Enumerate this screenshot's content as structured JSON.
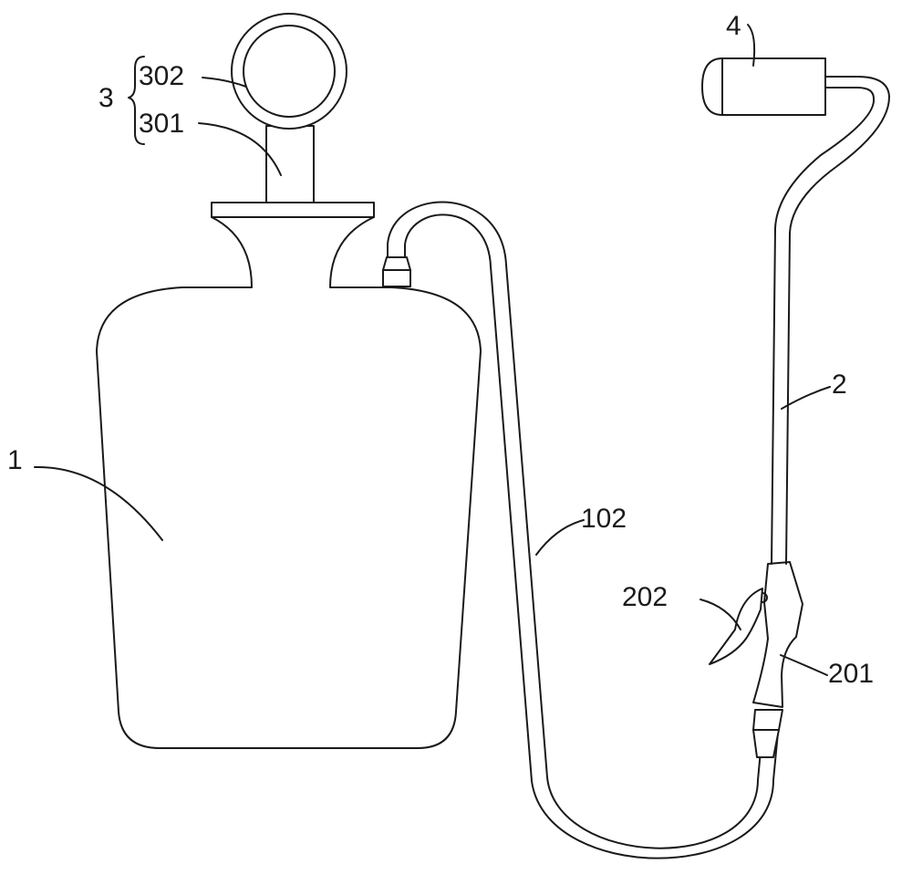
{
  "labels": {
    "tank": "1",
    "hose": "102",
    "lance": "2",
    "trigger_body": "201",
    "trigger_lever": "202",
    "pump_group": "3",
    "pump_handle": "302",
    "pump_shaft": "301",
    "nozzle": "4"
  }
}
